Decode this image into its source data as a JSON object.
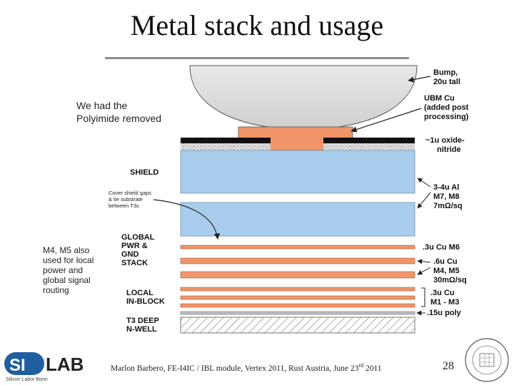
{
  "title": "Metal stack and usage",
  "left_notes": {
    "polyimide": [
      "We had the",
      "Polyimide removed"
    ],
    "shield_gaps": [
      "Cover shield gaps",
      "& tie substrate",
      "between T3s"
    ],
    "m4m5": [
      "M4, M5 also",
      "used for local",
      "power and",
      "global signal",
      "routing"
    ]
  },
  "layer_labels": {
    "shield": "SHIELD",
    "global": [
      "GLOBAL",
      "PWR &",
      "GND",
      "STACK"
    ],
    "local": [
      "LOCAL",
      "IN-BLOCK"
    ],
    "t3": [
      "T3 DEEP",
      "N-WELL"
    ]
  },
  "right_labels": {
    "bump": [
      "Bump,",
      "20u tall"
    ],
    "ubm": [
      "UBM Cu",
      "(added post",
      "processing)"
    ],
    "oxide": [
      "~1u oxide-",
      "nitride"
    ],
    "al": [
      "3-4u Al",
      "M7, M8",
      "7mΩ/sq"
    ],
    "m6": ".3u  Cu M6",
    "m4m5": [
      ".6u Cu",
      "M4, M5",
      "30mΩ/sq"
    ],
    "m1m3": [
      ".3u  Cu",
      "M1 - M3"
    ],
    "poly": ".15u poly"
  },
  "footer": {
    "text": "Marlon Barbero, FE-I4IC / IBL module, Vertex 2011, Rust Austria, June 23",
    "sup": "rd",
    "year": " 2011",
    "page": "28"
  },
  "logo": {
    "si": "SI",
    "lab": "LAB",
    "sub": "Silicon Labor Bonn"
  },
  "colors": {
    "copper": "#f0956a",
    "aluminum": "#a9cdec",
    "bump": "#dcdcdc",
    "oxide": "#111111"
  }
}
